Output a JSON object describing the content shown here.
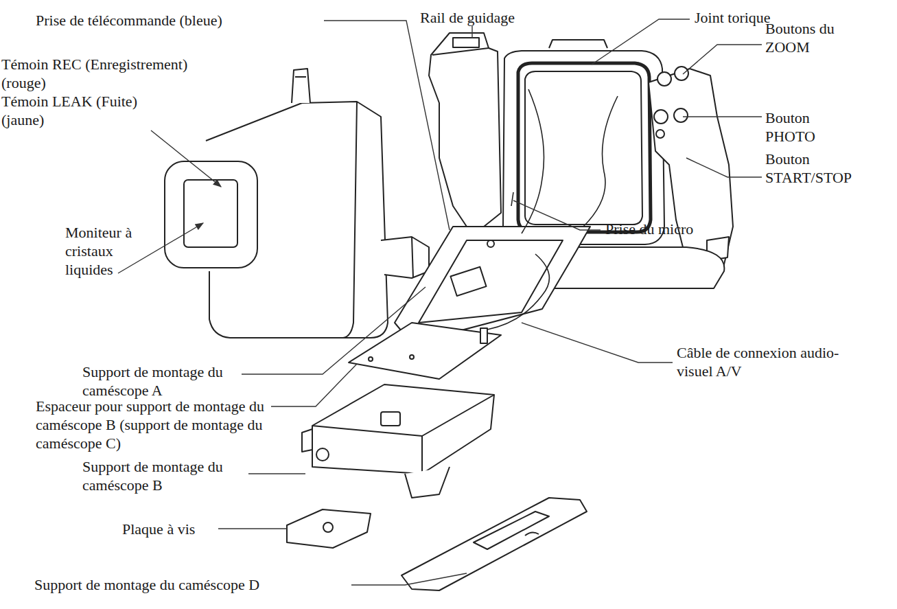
{
  "diagram": {
    "labels": [
      "Prise de télécommande (bleue)",
      "Rail de guidage",
      "Joint torique",
      "Témoin REC (Enregistrement) (rouge)",
      "Témoin LEAK (Fuite) (jaune)",
      "Boutons du ZOOM",
      "Bouton PHOTO",
      "Bouton START/STOP",
      "Moniteur à cristaux liquides",
      "Prise du micro",
      "Support de montage du caméscope A",
      "Espaceur pour support de montage du caméscope B (support de montage du caméscope C)",
      "Câble de connexion audio-visuel A/V",
      "Support de montage du caméscope B",
      "Plaque à vis",
      "Support de montage du caméscope D"
    ]
  }
}
